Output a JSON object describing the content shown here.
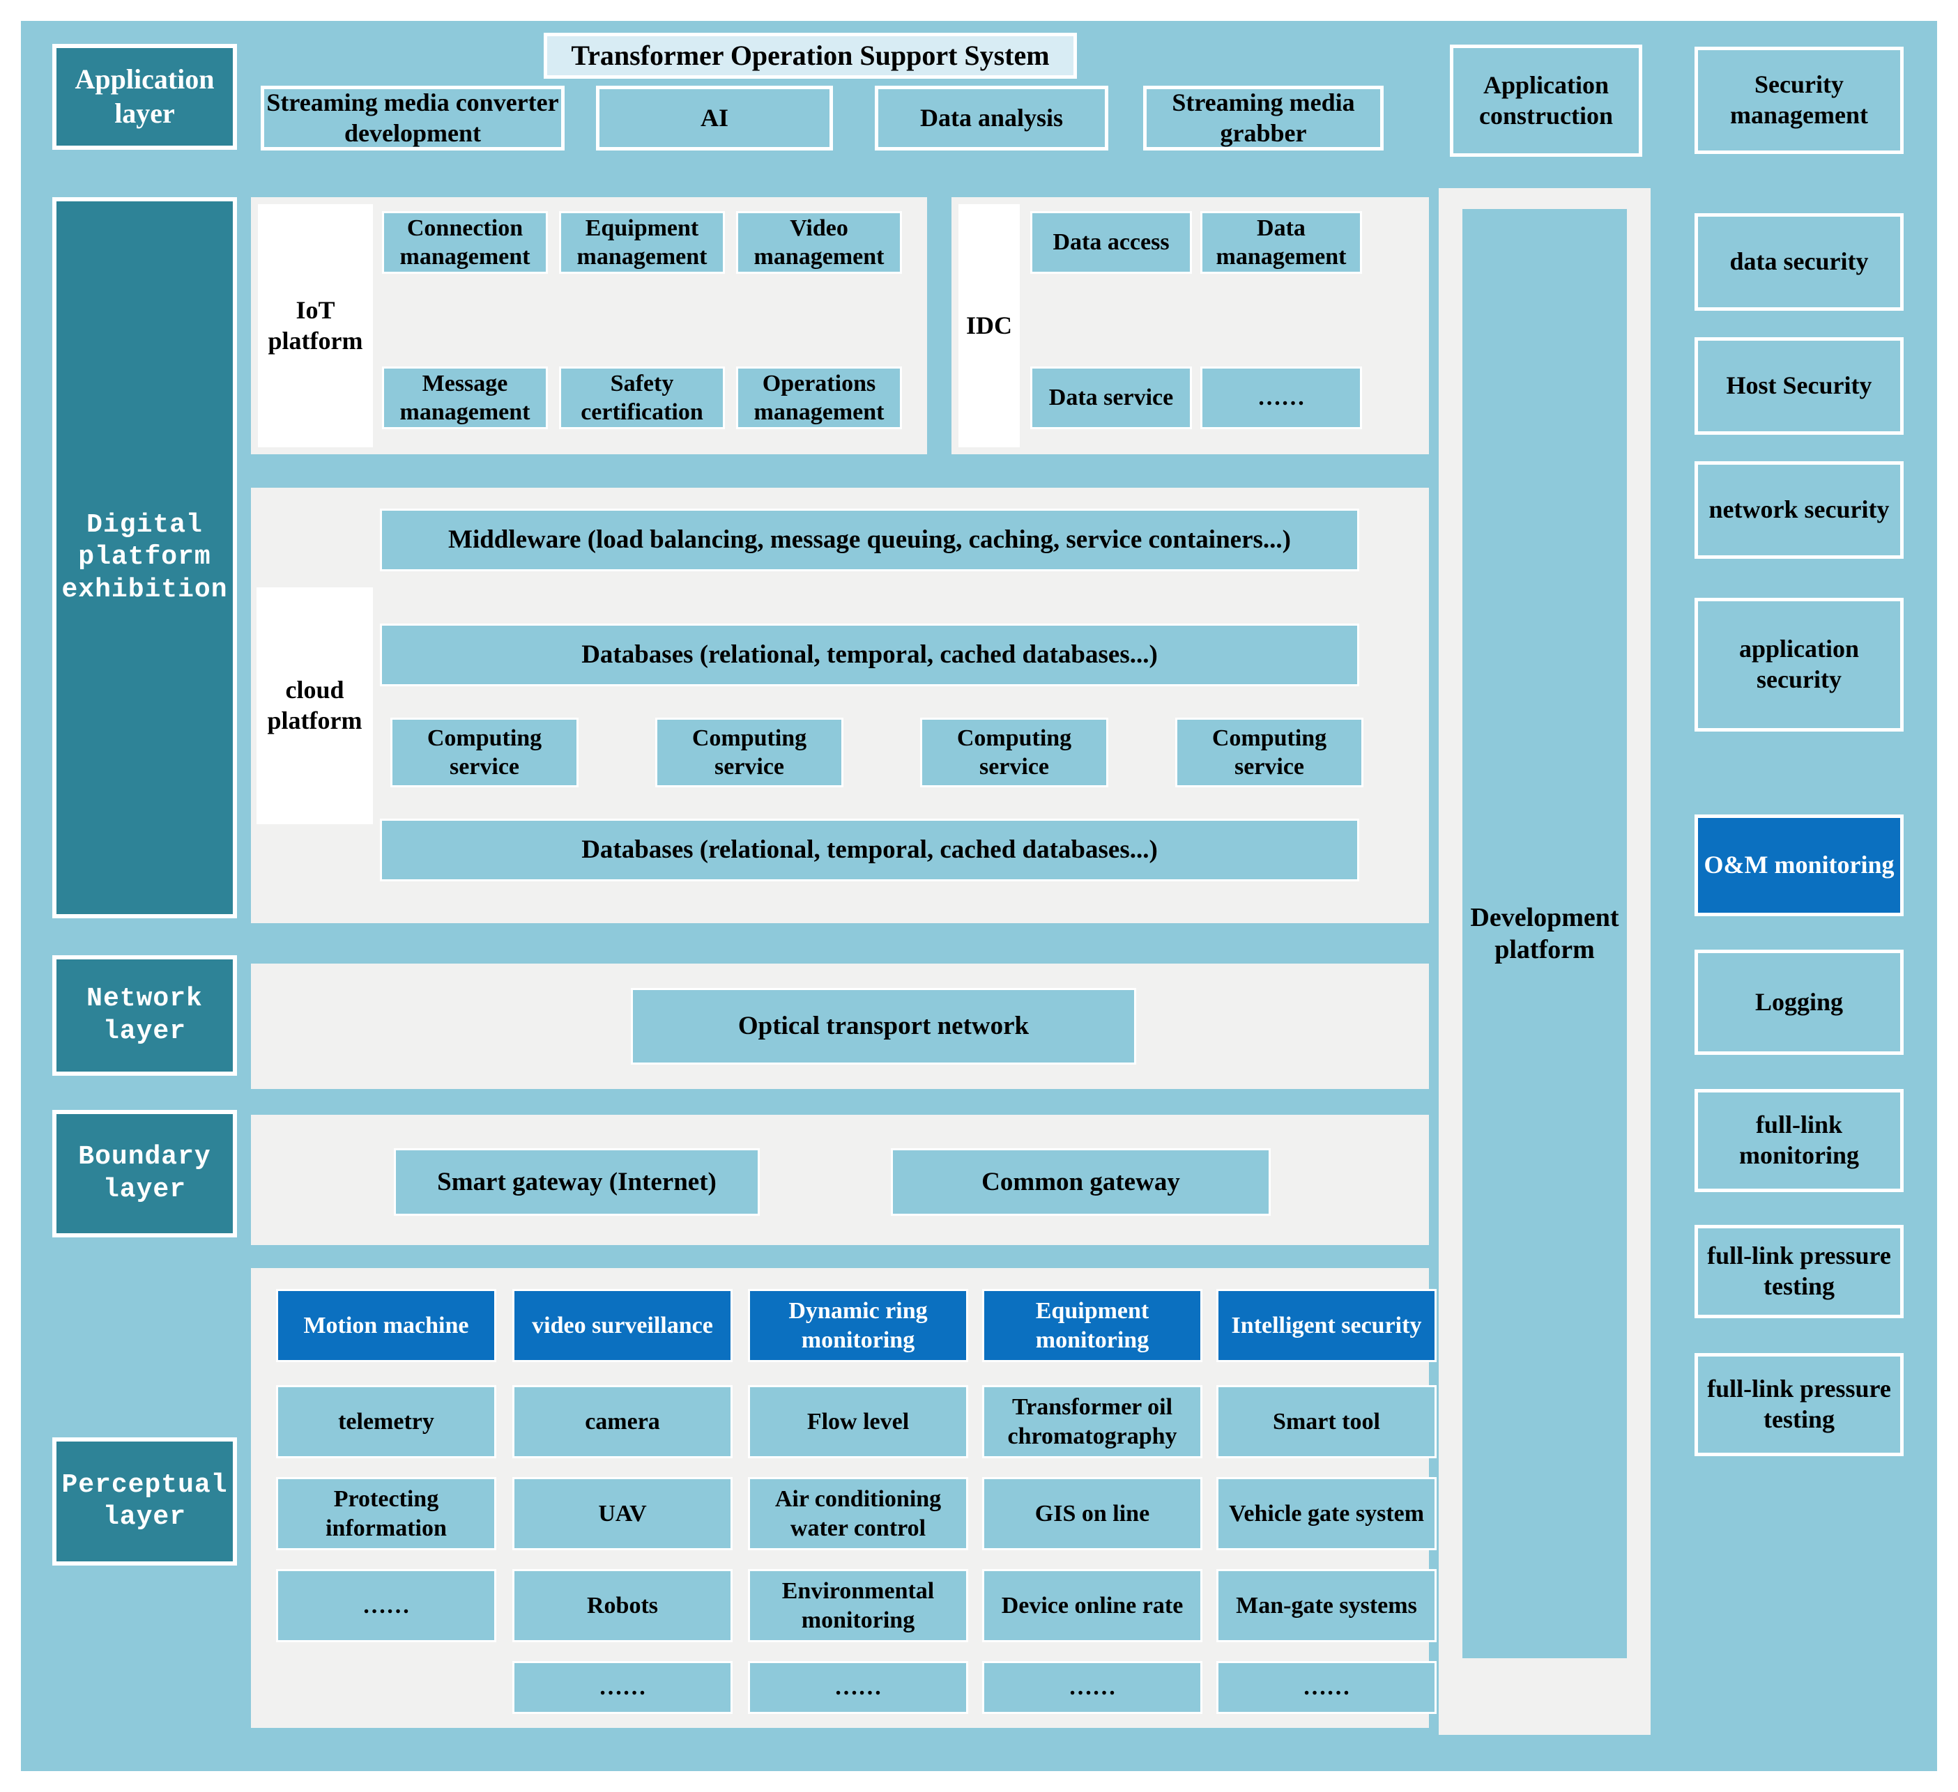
{
  "colors": {
    "background": "#8EC9DA",
    "teal_label": "#2E8397",
    "dark_blue_highlight": "#0B70C0",
    "title_bg": "#D8ECF4",
    "panel_gray": "#F1F1F0",
    "box_blue": "#8EC9DA"
  },
  "title": "Transformer Operation Support System",
  "left_labels": {
    "application": "Application layer",
    "digital": "Digital platform exhibition",
    "network": "Network layer",
    "boundary": "Boundary layer",
    "perceptual": "Perceptual layer"
  },
  "application_row": {
    "items": [
      "Streaming media converter development",
      "AI",
      "Data analysis",
      "Streaming media grabber"
    ]
  },
  "top_right": {
    "application_construction": "Application construction",
    "security_management": "Security management"
  },
  "iot": {
    "label": "IoT platform",
    "row1": [
      "Connection management",
      "Equipment management",
      "Video management"
    ],
    "row2": [
      "Message management",
      "Safety certification",
      "Operations management"
    ]
  },
  "idc": {
    "label": "IDC",
    "row1": [
      "Data access",
      "Data management"
    ],
    "row2": [
      "Data service",
      "……"
    ]
  },
  "cloud": {
    "label": "cloud platform",
    "middleware": "Middleware (load balancing, message queuing, caching, service containers...)",
    "databases_top": "Databases (relational, temporal, cached databases...)",
    "computing": [
      "Computing service",
      "Computing service",
      "Computing service",
      "Computing service"
    ],
    "databases_bottom": "Databases (relational, temporal, cached databases...)"
  },
  "network": {
    "box": "Optical transport network"
  },
  "boundary": {
    "boxes": [
      "Smart gateway (Internet)",
      "Common gateway"
    ]
  },
  "perceptual": {
    "headers": [
      "Motion machine",
      "video surveillance",
      "Dynamic ring monitoring",
      "Equipment monitoring",
      "Intelligent security"
    ],
    "row2": [
      "telemetry",
      "camera",
      "Flow level",
      "Transformer oil chromatography",
      "Smart tool"
    ],
    "row3": [
      "Protecting information",
      "UAV",
      "Air conditioning water control",
      "GIS on line",
      "Vehicle gate system"
    ],
    "row4": [
      "……",
      "Robots",
      "Environmental monitoring",
      "Device online rate",
      "Man-gate systems"
    ],
    "row5": [
      "……",
      "……",
      "……",
      "……"
    ]
  },
  "development": {
    "label": "Development platform"
  },
  "security_column": {
    "items": [
      "data security",
      "Host Security",
      "network security",
      "application security",
      "O&M monitoring",
      "Logging",
      "full-link monitoring",
      "full-link pressure testing",
      "full-link pressure testing"
    ],
    "highlighted_item": "O&M monitoring"
  }
}
